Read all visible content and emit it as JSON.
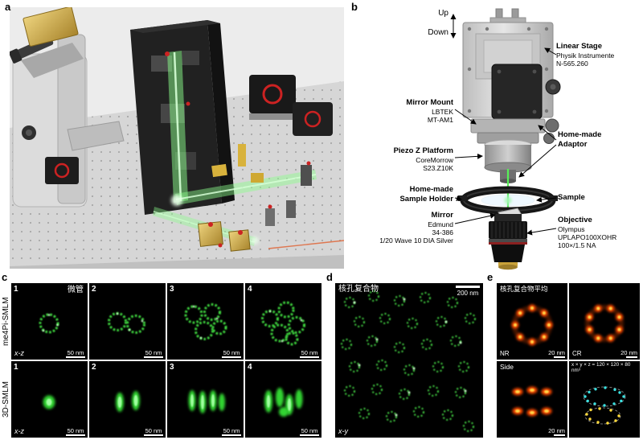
{
  "colors": {
    "smlm_green": "#3fdb3f",
    "hot_orange": "#ff4a00",
    "hot_yellow": "#ffd84a",
    "scatter_cyan": "#3ae0e0",
    "scatter_yellow": "#ffda3a",
    "beam_green": "#57f057"
  },
  "panels": {
    "a": {
      "letter": "a"
    },
    "b": {
      "letter": "b",
      "up": "Up",
      "down": "Down",
      "left": [
        {
          "t": "Mirror Mount",
          "s1": "LBTEK",
          "s2": "MT-AM1"
        },
        {
          "t": "Piezo Z Platform",
          "s1": "CoreMorrow",
          "s2": "S23.Z10K"
        },
        {
          "t": "Home-made",
          "t2": "Sample Holder"
        },
        {
          "t": "Mirror",
          "s1": "Edmund",
          "s2": "34-386",
          "s3": "1/20 Wave 10 DIA Silver"
        }
      ],
      "right": [
        {
          "t": "Linear Stage",
          "s1": "Physik Instrumente",
          "s2": "N-565.260"
        },
        {
          "t": "Home-made",
          "t2": "Adaptor"
        },
        {
          "t": "Sample"
        },
        {
          "t": "Objective",
          "s1": "Olympus",
          "s2": "UPLAPO100XOHR",
          "s3": "100×/1.5 NA"
        }
      ]
    },
    "c": {
      "letter": "c",
      "row1_label": "me4Pi-SMLM",
      "row2_label": "3D-SMLM",
      "axis": "x-z",
      "annotation": "微管",
      "scalebar": "50 nm",
      "numbers": [
        "1",
        "2",
        "3",
        "4"
      ]
    },
    "d": {
      "letter": "d",
      "title": "核孔复合物",
      "scalebar": "200 nm",
      "axis": "x-y"
    },
    "e": {
      "letter": "e",
      "title": "核孔复合物平均",
      "nr": "NR",
      "cr": "CR",
      "side": "Side",
      "scalebar": "20 nm",
      "note": "x × y × z = 120 × 120 × 80 nm³"
    }
  }
}
